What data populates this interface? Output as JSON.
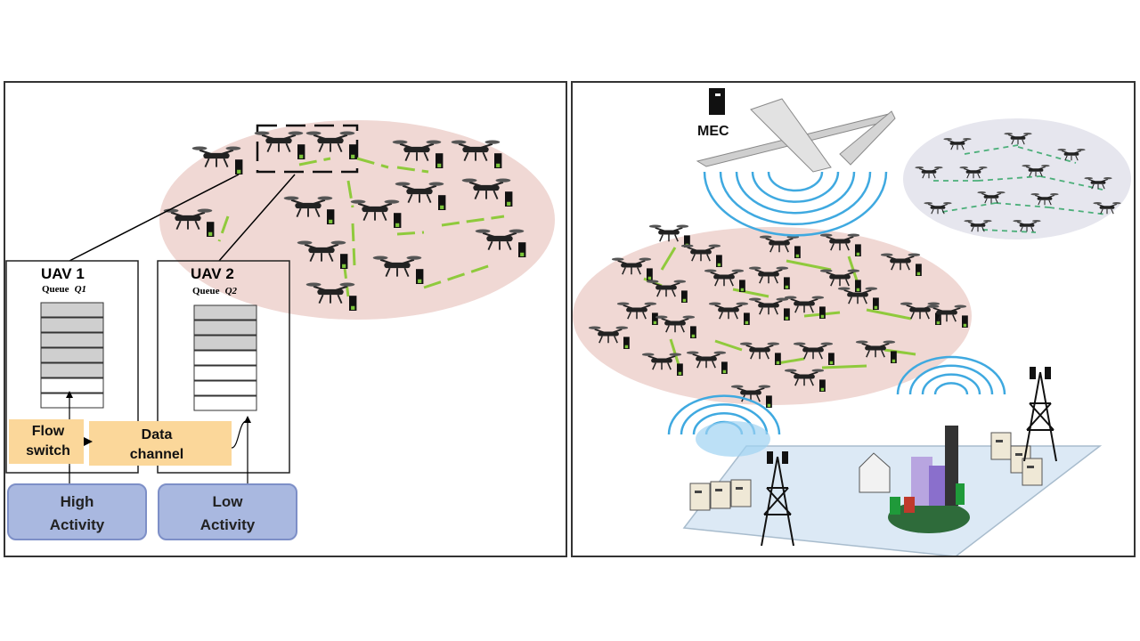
{
  "left_panel": {
    "uav1": {
      "title": "UAV 1",
      "queue_label": "Queue",
      "queue_symbol": "Q1"
    },
    "uav2": {
      "title": "UAV 2",
      "queue_label": "Queue",
      "queue_symbol": "Q2"
    },
    "flow_switch": {
      "line1": "Flow",
      "line2": "switch"
    },
    "data_channel": {
      "line1": "Data",
      "line2": "channel"
    },
    "high_activity": {
      "line1": "High",
      "line2": "Activity"
    },
    "low_activity": {
      "line1": "Low",
      "line2": "Activity"
    }
  },
  "right_panel": {
    "mec_label": "MEC"
  },
  "colors": {
    "cluster_fill": "#f0d8d4",
    "far_cluster_fill": "#e6e6ee",
    "link_green": "#8fca3c",
    "link_dashed": "#4caf7a",
    "signal_blue": "#3fa9e0",
    "activity_fill": "#a9b8e0",
    "flow_box_fill": "#fbd79a",
    "ground_fill": "#dce9f5"
  }
}
